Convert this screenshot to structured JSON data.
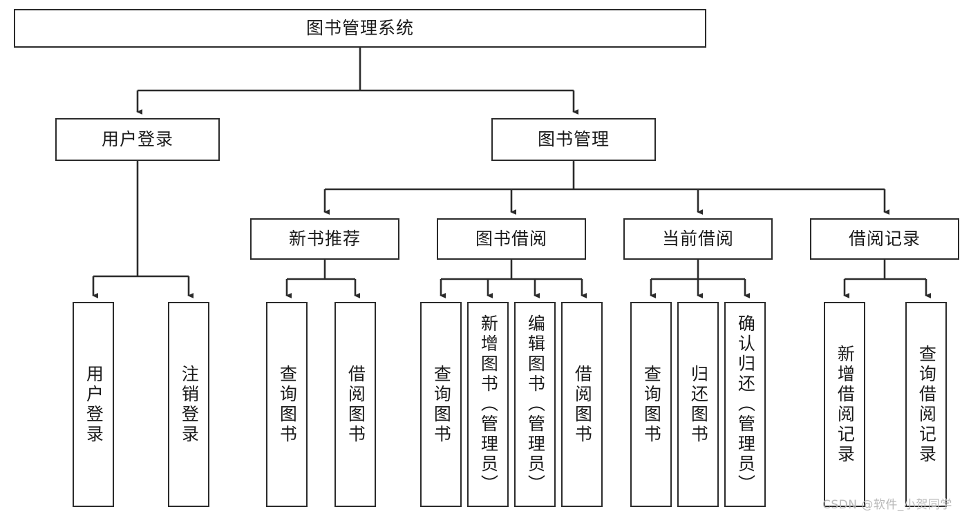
{
  "diagram": {
    "type": "tree-hierarchy",
    "title_node": {
      "id": "root",
      "label": "图书管理系统"
    },
    "level2": [
      {
        "id": "user-login",
        "label": "用户登录"
      },
      {
        "id": "book-management",
        "label": "图书管理"
      }
    ],
    "level3": [
      {
        "id": "new-book-recommend",
        "label": "新书推荐",
        "parent": "book-management"
      },
      {
        "id": "book-borrow",
        "label": "图书借阅",
        "parent": "book-management"
      },
      {
        "id": "current-borrow",
        "label": "当前借阅",
        "parent": "book-management"
      },
      {
        "id": "borrow-record",
        "label": "借阅记录",
        "parent": "book-management"
      }
    ],
    "leaves": {
      "user_login": [
        {
          "id": "leaf-user-login",
          "label": "用户登录"
        },
        {
          "id": "leaf-user-logout",
          "label": "注销登录"
        }
      ],
      "new_book_recommend": [
        {
          "id": "leaf-query-book-1",
          "label": "查询图书"
        },
        {
          "id": "leaf-borrow-book-1",
          "label": "借阅图书"
        }
      ],
      "book_borrow": [
        {
          "id": "leaf-query-book-2",
          "label": "查询图书"
        },
        {
          "id": "leaf-add-book",
          "label": "新增图书（管理员）"
        },
        {
          "id": "leaf-edit-book",
          "label": "编辑图书（管理员）"
        },
        {
          "id": "leaf-borrow-book-2",
          "label": "借阅图书"
        }
      ],
      "current_borrow": [
        {
          "id": "leaf-query-book-3",
          "label": "查询图书"
        },
        {
          "id": "leaf-return-book",
          "label": "归还图书"
        },
        {
          "id": "leaf-confirm-return",
          "label": "确认归还（管理员）"
        }
      ],
      "borrow_record": [
        {
          "id": "leaf-add-record",
          "label": "新增借阅记录"
        },
        {
          "id": "leaf-query-record",
          "label": "查询借阅记录"
        }
      ]
    }
  },
  "watermark": {
    "text": "CSDN @软件_小贺同学"
  },
  "colors": {
    "border": "#2b2b2b",
    "background": "#ffffff",
    "text": "#1a1a1a",
    "watermark": "#b9b9b9"
  }
}
